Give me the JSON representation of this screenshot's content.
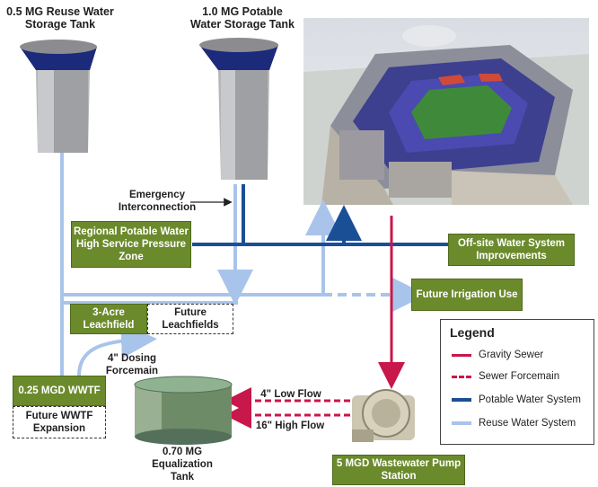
{
  "tanks": {
    "reuse_tank_label": "0.5 MG Reuse Water Storage Tank",
    "potable_tank_label": "1.0 MG Potable Water Storage Tank",
    "equalization_tank_label": "0.70 MG Equalization Tank"
  },
  "labels": {
    "emergency_interconnection": "Emergency Interconnection",
    "dosing_forcemain": "4\" Dosing Forcemain",
    "low_flow": "4\" Low Flow",
    "high_flow": "16\" High Flow"
  },
  "boxes": {
    "regional_potable": "Regional Potable Water High Service Pressure Zone",
    "offsite_water": "Off-site Water System Improvements",
    "future_irrigation": "Future Irrigation Use",
    "acre_leachfield": "3-Acre Leachfield",
    "future_leachfields": "Future Leachfields",
    "wwtf": "0.25 MGD WWTF",
    "future_wwtf": "Future WWTF Expansion",
    "pump_station": "5 MGD Wastewater Pump Station"
  },
  "legend": {
    "title": "Legend",
    "items": [
      {
        "label": "Gravity Sewer",
        "color": "#c8174a",
        "style": "solid"
      },
      {
        "label": "Sewer Forcemain",
        "color": "#c8174a",
        "style": "dashed"
      },
      {
        "label": "Potable Water System",
        "color": "#1b4f95",
        "style": "solid"
      },
      {
        "label": "Reuse Water System",
        "color": "#a9c4ea",
        "style": "solid"
      }
    ]
  },
  "colors": {
    "reuse": "#a9c4ea",
    "potable": "#1b4f95",
    "sewer": "#c8174a",
    "box_green": "#6b8a2c"
  }
}
